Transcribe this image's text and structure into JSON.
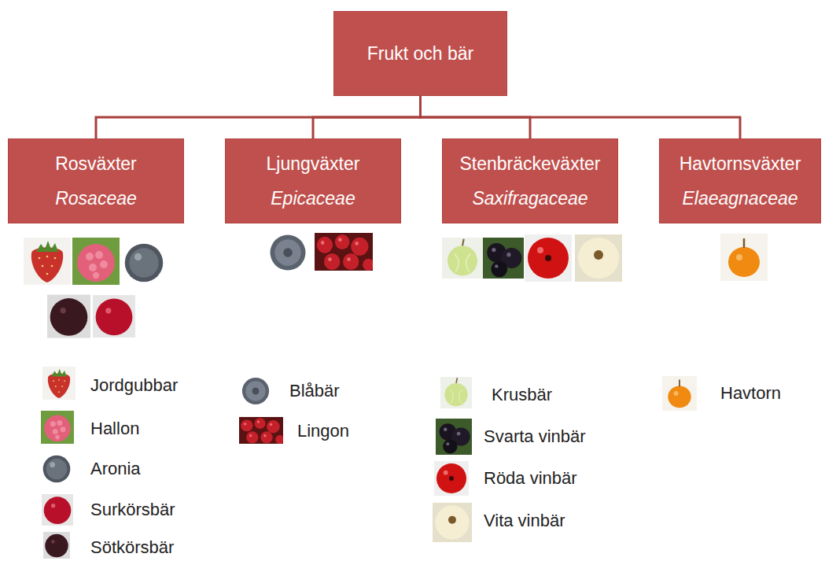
{
  "diagram": {
    "nodes": [
      {
        "text": [
          "Frukt och bär"
        ]
      },
      {
        "text": [
          "Rosväxter",
          "Rosaceae"
        ]
      },
      {
        "text": [
          "Ljungväxter",
          "Epicaceae"
        ]
      },
      {
        "text": [
          "Stenbräckeväxter",
          "Saxifragaceae"
        ]
      },
      {
        "text": [
          "Havtornsväxter",
          "Elaeagnaceae"
        ]
      }
    ],
    "edges": [
      {
        "from": 0,
        "to": 1,
        "arrow": "none"
      },
      {
        "from": 0,
        "to": 2,
        "arrow": "none"
      },
      {
        "from": 0,
        "to": 3,
        "arrow": "none"
      },
      {
        "from": 0,
        "to": 4,
        "arrow": "none"
      }
    ],
    "labels": [
      "Jordgubbar",
      "Hallon",
      "Aronia",
      "Surkörsbär",
      "Sötkörsbär",
      "Blåbär",
      "Lingon",
      "Krusbär",
      "Svarta vinbär",
      "Röda vinbär",
      "Vita vinbär",
      "Havtorn"
    ]
  }
}
